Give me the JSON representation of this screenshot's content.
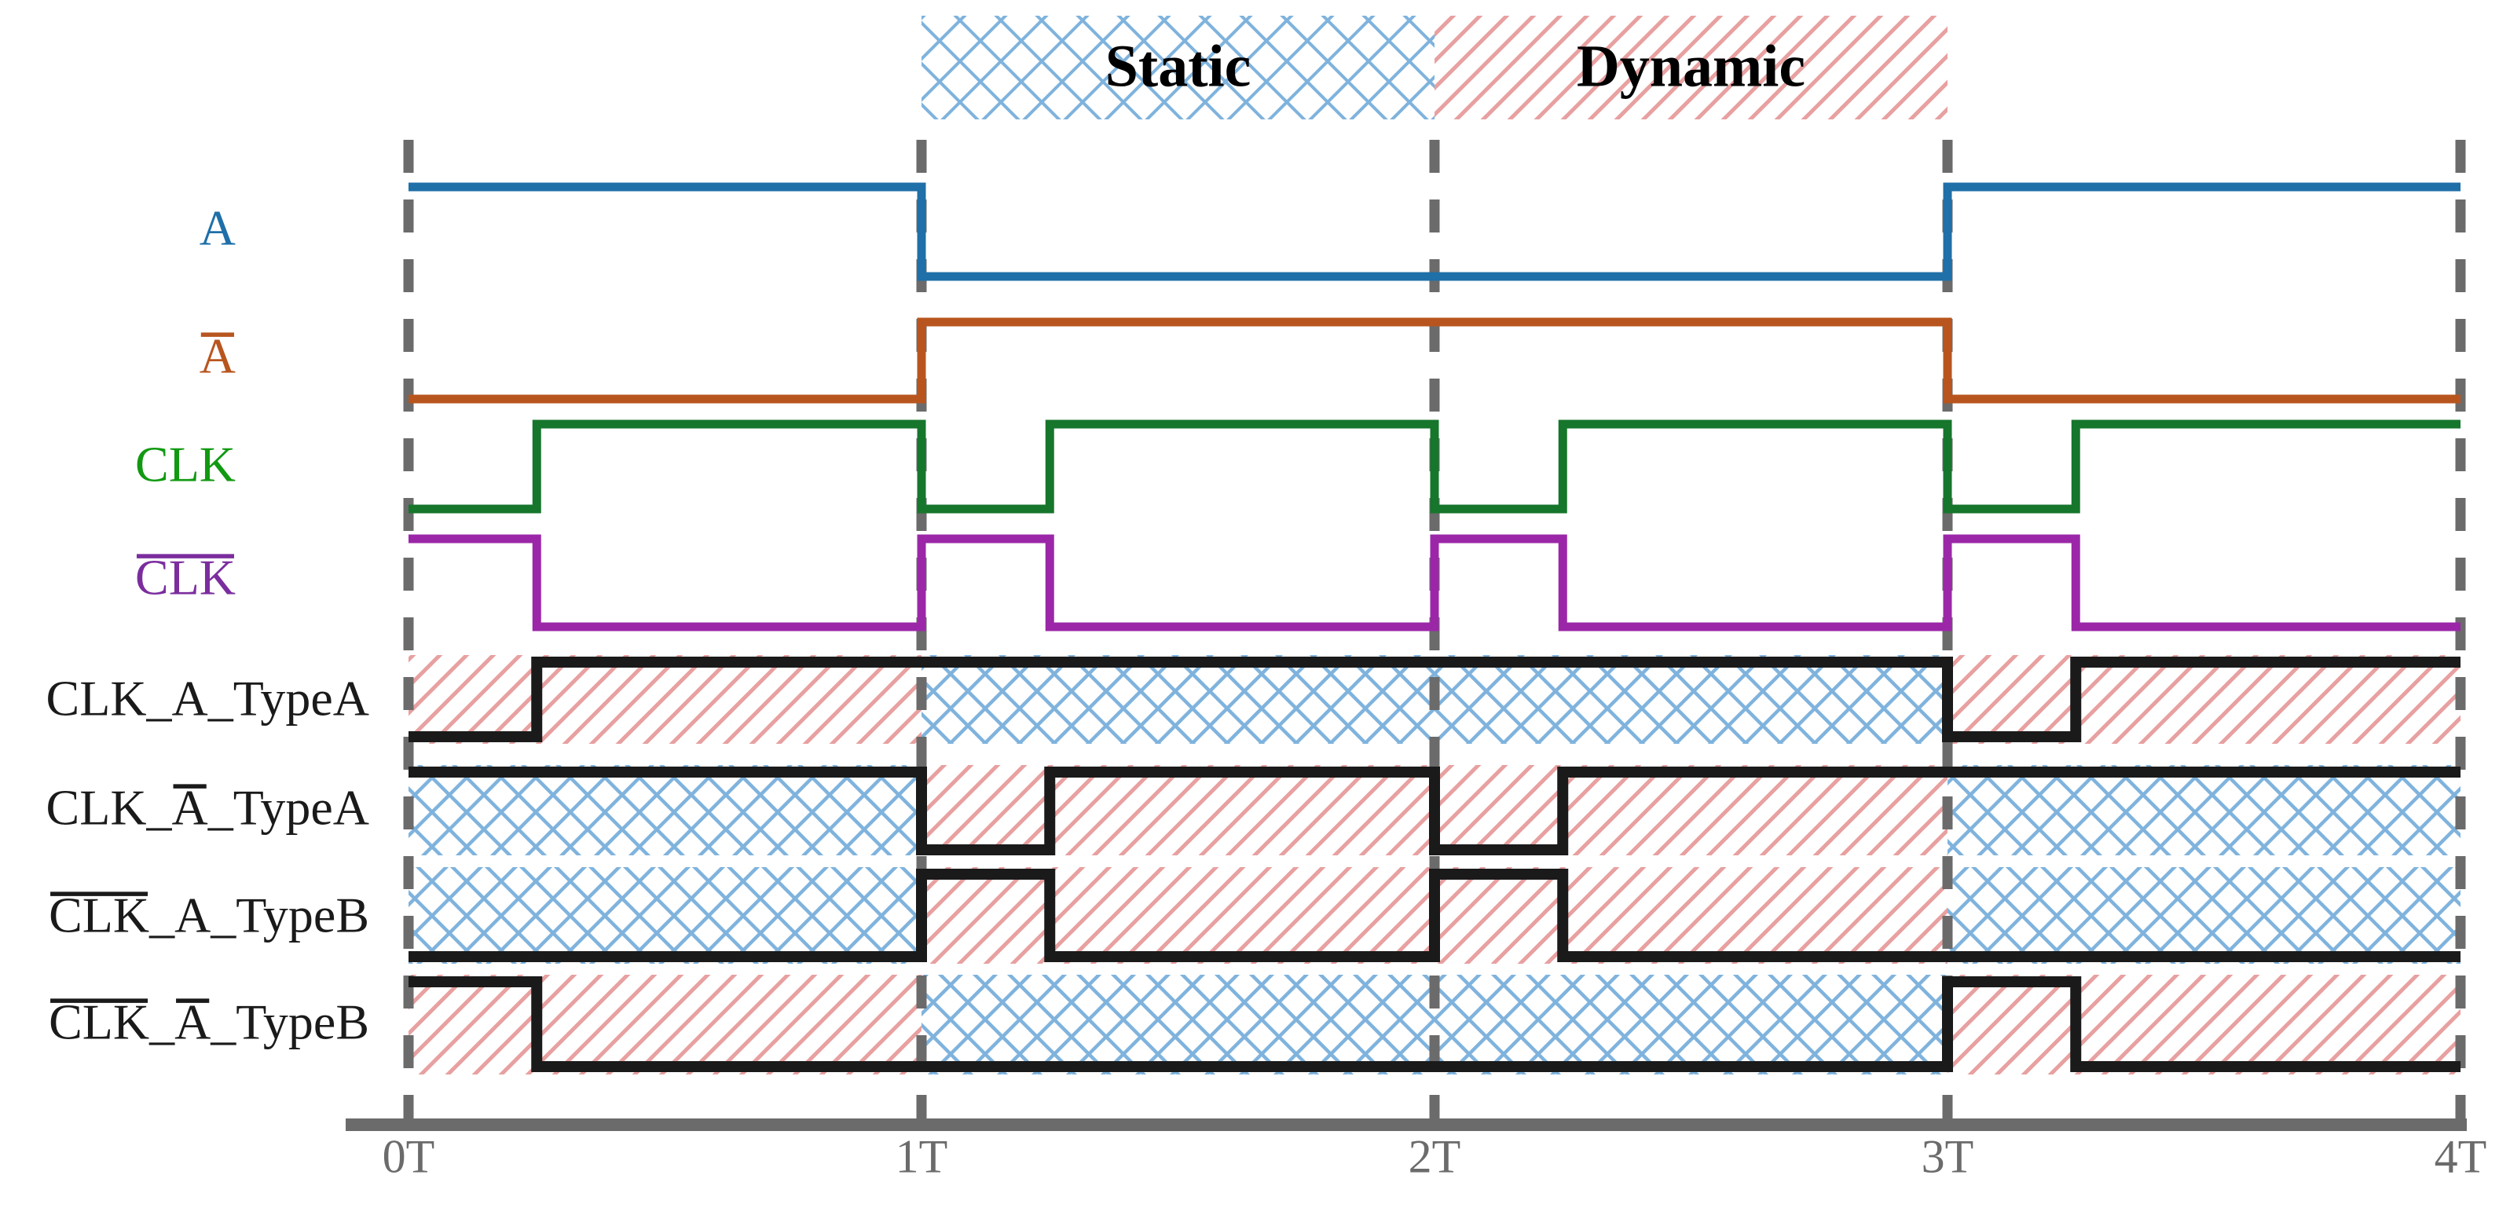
{
  "chart_data": {
    "type": "line",
    "title": "",
    "xlabel": "",
    "ylabel": "",
    "xlim": [
      0,
      4
    ],
    "grid": true,
    "legend_position": "top",
    "x_ticks": [
      {
        "value": 0,
        "label": "0T"
      },
      {
        "value": 1,
        "label": "1T"
      },
      {
        "value": 2,
        "label": "2T"
      },
      {
        "value": 3,
        "label": "3T"
      },
      {
        "value": 4,
        "label": "4T"
      }
    ],
    "legend": [
      {
        "label": "Static",
        "pattern": "crosshatch",
        "color": "#7fb3dd"
      },
      {
        "label": "Dynamic",
        "pattern": "diagonal",
        "color": "#e8a0a0"
      }
    ],
    "series": [
      {
        "name": "A",
        "label": "A",
        "color": "#1f6fa8",
        "style": "digital",
        "transitions": [
          {
            "x": 0,
            "level": 1
          },
          {
            "x": 1,
            "level": 0
          },
          {
            "x": 3,
            "level": 1
          },
          {
            "x": 4,
            "level": 1
          }
        ]
      },
      {
        "name": "A_bar",
        "label": "A",
        "overbar": "A",
        "color": "#b8551e",
        "style": "digital",
        "transitions": [
          {
            "x": 0,
            "level": 0
          },
          {
            "x": 1,
            "level": 1
          },
          {
            "x": 3,
            "level": 0
          },
          {
            "x": 4,
            "level": 0
          }
        ]
      },
      {
        "name": "CLK",
        "label": "CLK",
        "color": "#119911",
        "line_color": "#16762c",
        "style": "digital",
        "transitions": [
          {
            "x": 0,
            "level": 0
          },
          {
            "x": 0.25,
            "level": 1
          },
          {
            "x": 1,
            "level": 0
          },
          {
            "x": 1.25,
            "level": 1
          },
          {
            "x": 2,
            "level": 0
          },
          {
            "x": 2.25,
            "level": 1
          },
          {
            "x": 3,
            "level": 0
          },
          {
            "x": 3.25,
            "level": 1
          },
          {
            "x": 4,
            "level": 1
          }
        ]
      },
      {
        "name": "CLK_bar",
        "label": "CLK",
        "overbar": "CLK",
        "color": "#7b2d9e",
        "line_color": "#9b27a8",
        "style": "digital",
        "transitions": [
          {
            "x": 0,
            "level": 1
          },
          {
            "x": 0.25,
            "level": 0
          },
          {
            "x": 1,
            "level": 1
          },
          {
            "x": 1.25,
            "level": 0
          },
          {
            "x": 2,
            "level": 1
          },
          {
            "x": 2.25,
            "level": 0
          },
          {
            "x": 3,
            "level": 1
          },
          {
            "x": 3.25,
            "level": 0
          },
          {
            "x": 4,
            "level": 0
          }
        ]
      },
      {
        "name": "CLK_A_TypeA",
        "label": "CLK_A_TypeA",
        "label_parts": [
          {
            "text": "CLK",
            "overbar": false
          },
          {
            "text": "_A_TypeA",
            "overbar": false
          }
        ],
        "color": "#1a1a1a",
        "style": "digital-shaded",
        "transitions": [
          {
            "x": 0,
            "level": 0
          },
          {
            "x": 0.25,
            "level": 1
          },
          {
            "x": 3,
            "level": 0
          },
          {
            "x": 3.25,
            "level": 1
          },
          {
            "x": 4,
            "level": 1
          }
        ],
        "shading": [
          {
            "from": 0,
            "to": 1,
            "mode": "Dynamic"
          },
          {
            "from": 1,
            "to": 3,
            "mode": "Static"
          },
          {
            "from": 3,
            "to": 4,
            "mode": "Dynamic"
          }
        ]
      },
      {
        "name": "CLK_Abar_TypeA",
        "label": "CLK_A_TypeA",
        "label_parts": [
          {
            "text": "CLK_",
            "overbar": false
          },
          {
            "text": "A",
            "overbar": true
          },
          {
            "text": "_TypeA",
            "overbar": false
          }
        ],
        "color": "#1a1a1a",
        "style": "digital-shaded",
        "transitions": [
          {
            "x": 0,
            "level": 1
          },
          {
            "x": 1,
            "level": 0
          },
          {
            "x": 1.25,
            "level": 1
          },
          {
            "x": 2,
            "level": 0
          },
          {
            "x": 2.25,
            "level": 1
          },
          {
            "x": 4,
            "level": 1
          }
        ],
        "shading": [
          {
            "from": 0,
            "to": 1,
            "mode": "Static"
          },
          {
            "from": 1,
            "to": 3,
            "mode": "Dynamic"
          },
          {
            "from": 3,
            "to": 4,
            "mode": "Static"
          }
        ]
      },
      {
        "name": "CLKbar_A_TypeB",
        "label": "CLK_A_TypeB",
        "label_parts": [
          {
            "text": "CLK",
            "overbar": true
          },
          {
            "text": "_A_TypeB",
            "overbar": false
          }
        ],
        "color": "#1a1a1a",
        "style": "digital-shaded",
        "transitions": [
          {
            "x": 0,
            "level": 0
          },
          {
            "x": 1,
            "level": 1
          },
          {
            "x": 1.25,
            "level": 0
          },
          {
            "x": 2,
            "level": 1
          },
          {
            "x": 2.25,
            "level": 0
          },
          {
            "x": 4,
            "level": 0
          }
        ],
        "shading": [
          {
            "from": 0,
            "to": 1,
            "mode": "Static"
          },
          {
            "from": 1,
            "to": 3,
            "mode": "Dynamic"
          },
          {
            "from": 3,
            "to": 4,
            "mode": "Static"
          }
        ]
      },
      {
        "name": "CLKbar_Abar_TypeB",
        "label": "CLK_A_TypeB",
        "label_parts": [
          {
            "text": "CLK",
            "overbar": true
          },
          {
            "text": "_",
            "overbar": false
          },
          {
            "text": "A",
            "overbar": true
          },
          {
            "text": "_TypeB",
            "overbar": false
          }
        ],
        "color": "#1a1a1a",
        "style": "digital-shaded",
        "transitions": [
          {
            "x": 0,
            "level": 1
          },
          {
            "x": 0.25,
            "level": 0
          },
          {
            "x": 3,
            "level": 1
          },
          {
            "x": 3.25,
            "level": 0
          },
          {
            "x": 4,
            "level": 0
          }
        ],
        "shading": [
          {
            "from": 0,
            "to": 1,
            "mode": "Dynamic"
          },
          {
            "from": 1,
            "to": 3,
            "mode": "Static"
          },
          {
            "from": 3,
            "to": 4,
            "mode": "Dynamic"
          }
        ]
      }
    ],
    "annotations": {
      "static_band": {
        "from": 1,
        "to": 2,
        "label": "Static"
      },
      "dynamic_band": {
        "from": 2,
        "to": 3,
        "label": "Dynamic"
      }
    },
    "colors": {
      "A": "#1f6fa8",
      "A_bar": "#b8551e",
      "CLK": "#16762c",
      "CLK_label": "#119911",
      "CLK_bar": "#9b27a8",
      "CLK_bar_label": "#7b2d9e",
      "waveform_black": "#1a1a1a",
      "gridline": "#6b6b6b",
      "axis": "#6b6b6b",
      "static_hatch": "#7fb3dd",
      "dynamic_hatch": "#e8a0a0",
      "background": "#ffffff"
    }
  }
}
